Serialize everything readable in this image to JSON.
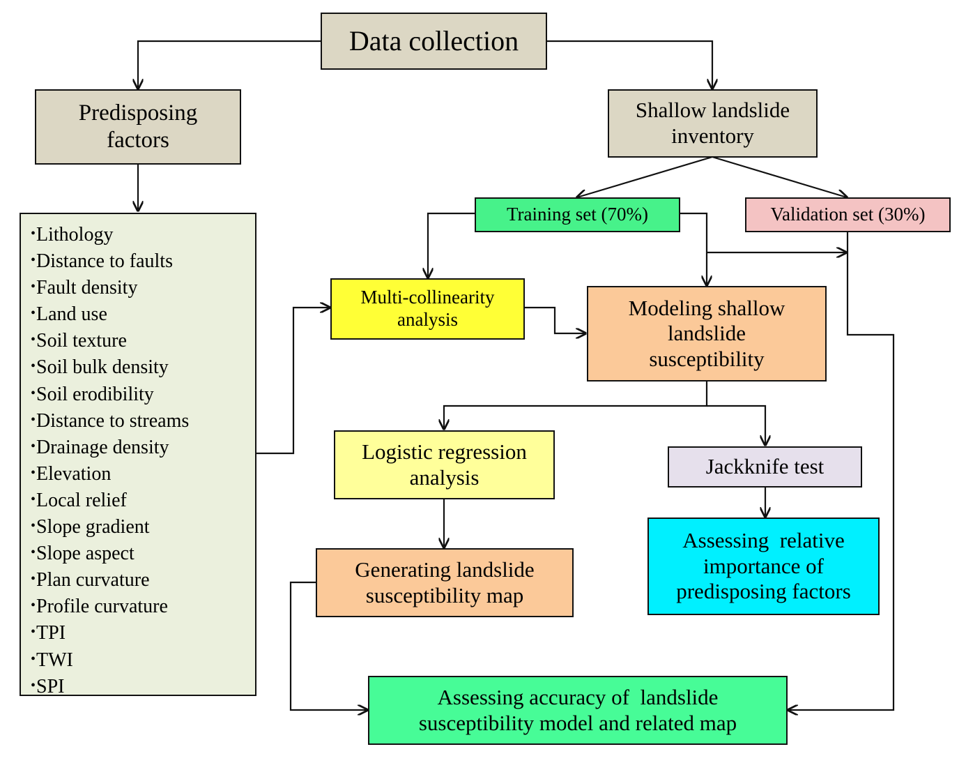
{
  "colors": {
    "tan": "#dcd7c4",
    "pale_green": "#ebf0dd",
    "training_green": "#47f28a",
    "validation_pink": "#f4c3c3",
    "yellow": "#ffff36",
    "peach": "#fbc999",
    "pale_yellow": "#ffff9a",
    "lavender": "#e6e0ec",
    "cyan": "#00f0ff",
    "accuracy_green": "#47fc97"
  },
  "nodes": {
    "data_collection": "Data collection",
    "predisposing_factors": "Predisposing factors",
    "landslide_inventory": "Shallow landslide inventory",
    "training_set": "Training set (70%)",
    "validation_set": "Validation set (30%)",
    "multicollinearity": "Multi-collinearity analysis",
    "modeling": "Modeling shallow landslide susceptibility",
    "logistic_regression": "Logistic regression analysis",
    "jackknife": "Jackknife test",
    "generating_map": "Generating landslide susceptibility map",
    "assessing_importance": "Assessing  relative importance of predisposing factors",
    "assessing_accuracy": "Assessing accuracy of  landslide susceptibility model and related map"
  },
  "factors": [
    "Lithology",
    "Distance to faults",
    "Fault density",
    "Land use",
    "Soil texture",
    "Soil bulk density",
    "Soil erodibility",
    "Distance to streams",
    "Drainage density",
    "Elevation",
    "Local relief",
    "Slope gradient",
    "Slope aspect",
    "Plan curvature",
    "Profile curvature",
    "TPI",
    "TWI",
    "SPI"
  ]
}
